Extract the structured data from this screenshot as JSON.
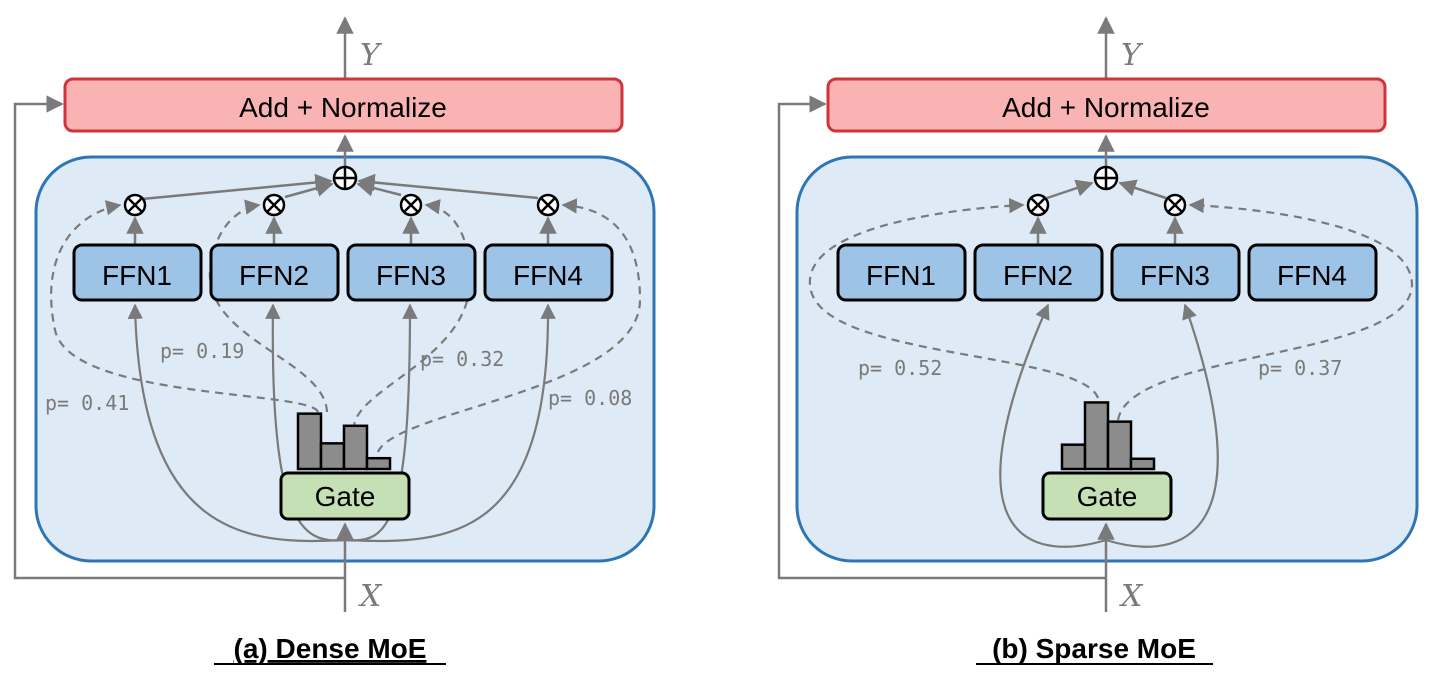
{
  "colors": {
    "norm_fill": "#f9b3b3",
    "norm_stroke": "#d0343a",
    "panel_fill": "#deebf7",
    "panel_stroke": "#2e75b6",
    "ffn_fill": "#9dc3e6",
    "gate_fill": "#c5e0b4",
    "arrow": "#7a7a7a",
    "hist_fill": "#8c8c8c"
  },
  "icons": {
    "multiply": "circle-times-icon",
    "add": "circle-plus-icon"
  },
  "panel_a": {
    "norm_label": "Add + Normalize",
    "output_label": "Y",
    "input_label": "X",
    "gate_label": "Gate",
    "experts": [
      "FFN1",
      "FFN2",
      "FFN3",
      "FFN4"
    ],
    "probs": [
      "p= 0.41",
      "p= 0.19",
      "p= 0.32",
      "p= 0.08"
    ],
    "gate_weights": [
      0.41,
      0.19,
      0.32,
      0.08
    ],
    "caption": "(a) Dense MoE"
  },
  "panel_b": {
    "norm_label": "Add + Normalize",
    "output_label": "Y",
    "input_label": "X",
    "gate_label": "Gate",
    "experts": [
      "FFN1",
      "FFN2",
      "FFN3",
      "FFN4"
    ],
    "probs": [
      "p= 0.52",
      "p= 0.37"
    ],
    "gate_weights": [
      0.52,
      0.37
    ],
    "caption": "(b) Sparse MoE"
  }
}
